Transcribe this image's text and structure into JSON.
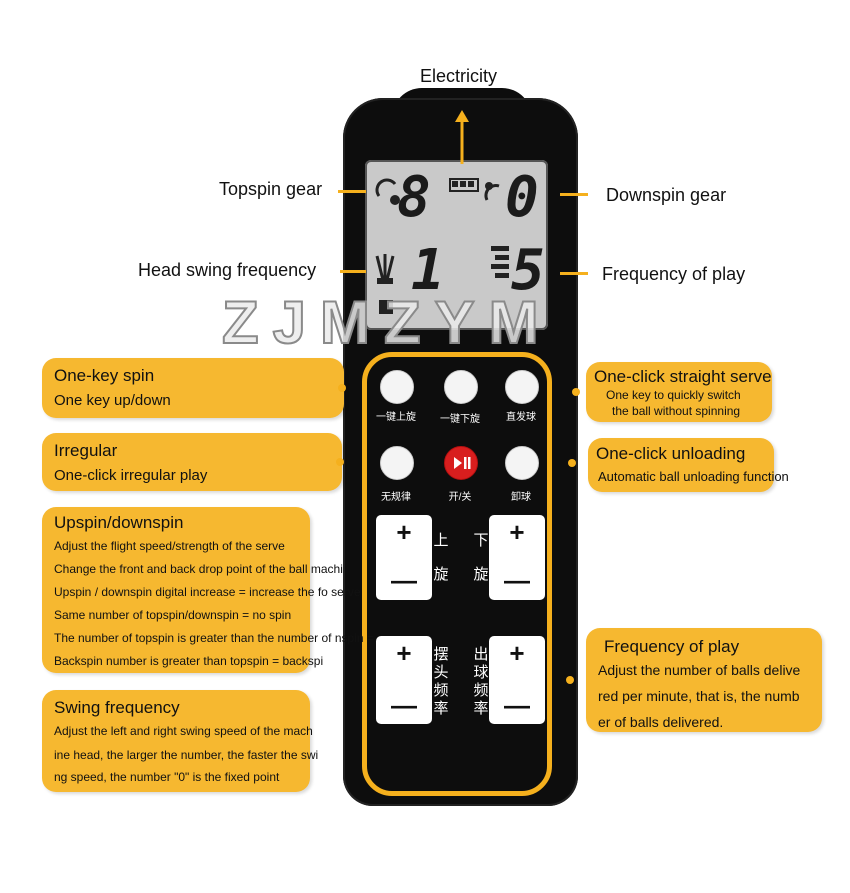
{
  "top_label": "Electricity",
  "lcd": {
    "topspin_value": "8",
    "downspin_value": "0",
    "swing_value": "1",
    "frequency_value": "5"
  },
  "watermark": "ZJMZYM",
  "left_labels": {
    "topspin_gear": "Topspin gear",
    "head_swing": "Head swing frequency"
  },
  "right_labels": {
    "downspin_gear": "Downspin gear",
    "frequency": "Frequency of play"
  },
  "buttons": {
    "spin_up_down": "一键上旋",
    "spin_down": "一键下旋",
    "straight": "直发球",
    "irregular": "无规律",
    "power": "开/关",
    "unload": "卸球",
    "up_label": [
      "上",
      "旋"
    ],
    "down_label": [
      "下",
      "旋"
    ],
    "swing_label": [
      "摆",
      "头",
      "频",
      "率"
    ],
    "freq_label": [
      "出",
      "球",
      "频",
      "率"
    ],
    "plus": "+",
    "minus": "—"
  },
  "callouts": {
    "one_key_spin": {
      "title": "One-key spin",
      "lines": [
        "One key up/down"
      ]
    },
    "irregular": {
      "title": "Irregular",
      "lines": [
        "One-click irregular play"
      ]
    },
    "upspin_downspin": {
      "title": "Upspin/downspin",
      "lines": [
        "Adjust the flight speed/strength of the serve",
        "Change the front and back drop point of the ball machi",
        "Upspin / downspin digital increase = increase the fo      serve",
        "Same number of topspin/downspin = no spin",
        "The number of topspin is greater than the number of     nspin =",
        "Backspin number is greater than topspin = backspi"
      ]
    },
    "swing_frequency": {
      "title": "Swing frequency",
      "lines": [
        "Adjust the left and right swing speed of the mach",
        "ine head, the larger the number, the faster the swi",
        "ng speed, the number \"0\" is the fixed point"
      ]
    },
    "straight_serve": {
      "title": "One-click straight serve",
      "lines": [
        "One key to quickly switch",
        "the ball without spinning"
      ]
    },
    "unloading": {
      "title": "One-click unloading",
      "lines": [
        "Automatic ball unloading function"
      ]
    },
    "frequency_play": {
      "title": "Frequency of play",
      "lines": [
        "Adjust the number of balls delive",
        "red per minute, that is, the numb",
        "er of balls delivered."
      ]
    }
  },
  "colors": {
    "accent": "#f6b830",
    "frame": "#f5b01d",
    "body": "#0d0d0d",
    "power_button": "#d81e1e"
  }
}
